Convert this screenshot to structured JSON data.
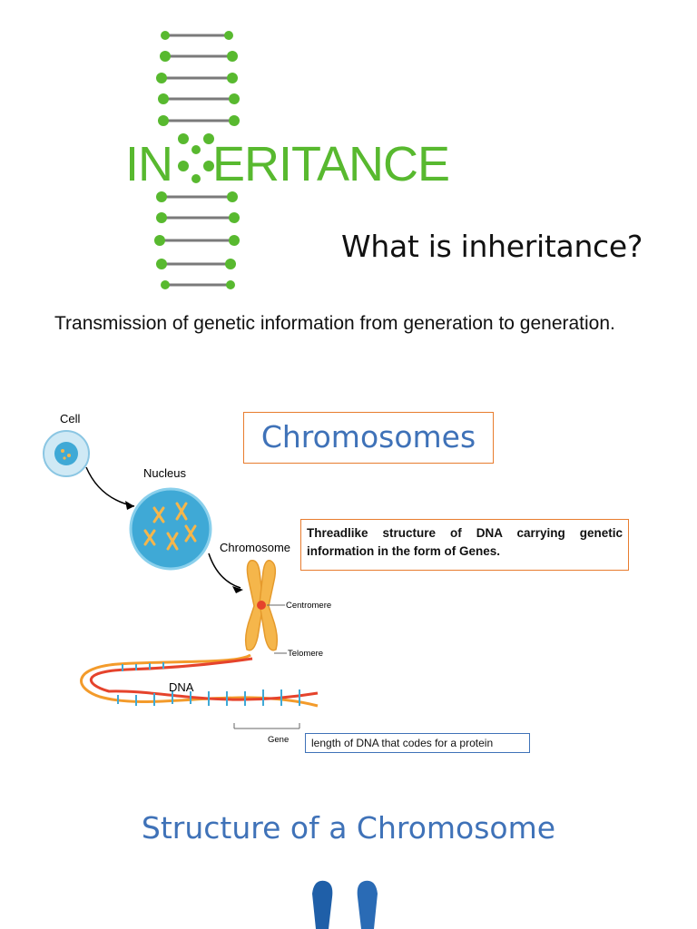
{
  "logo": {
    "text_left": "IN",
    "text_right": "ERITANCE"
  },
  "question": "What is inheritance?",
  "definition": "Transmission of genetic information from generation to generation.",
  "chromosomes": {
    "title": "Chromosomes",
    "callout": "Threadlike structure of DNA carrying genetic information in the form of Genes.",
    "labels": {
      "cell": "Cell",
      "nucleus": "Nucleus",
      "chromosome": "Chromosome",
      "centromere": "Centromere",
      "telomere": "Telomere",
      "dna": "DNA",
      "gene": "Gene"
    },
    "gene_definition": "length of DNA that codes for a protein"
  },
  "structure_heading": "Structure of a Chromosome",
  "colors": {
    "logo_green": "#58b92f",
    "heading_blue": "#3f72b8",
    "border_orange": "#e87c2e",
    "chromosome_orange": "#f5b64b",
    "cell_blue": "#3fa9d6"
  }
}
